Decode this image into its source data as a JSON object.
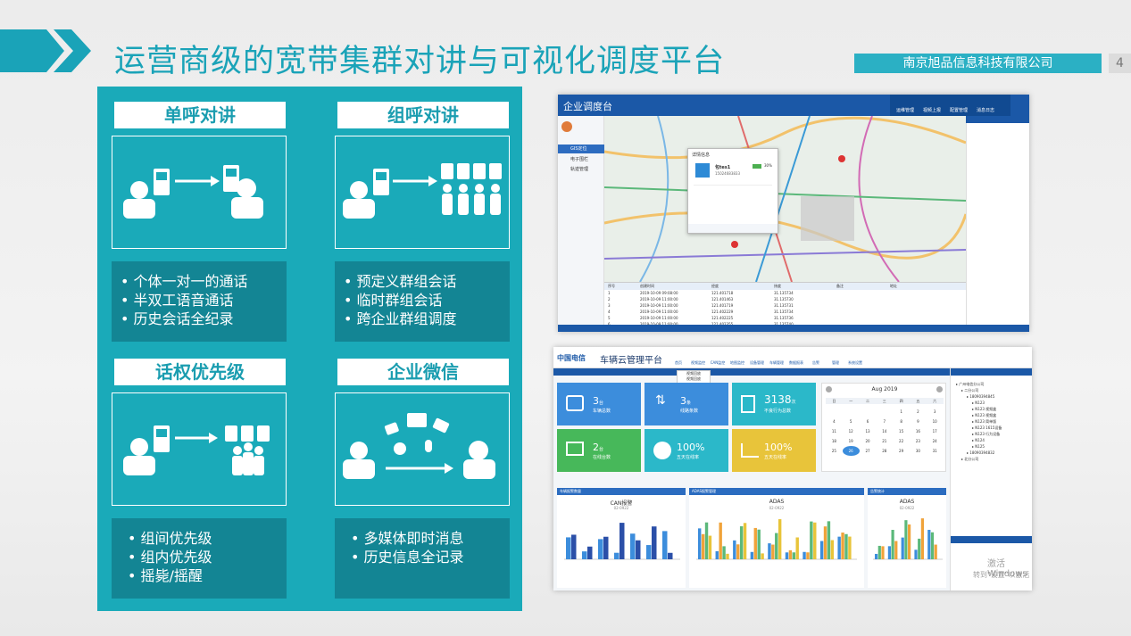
{
  "header": {
    "title": "运营商级的宽带集群对讲与可视化调度平台",
    "company": "南京旭品信息科技有限公司",
    "page_number": "4"
  },
  "features": [
    {
      "title": "单呼对讲",
      "items": [
        "个体一对一的通话",
        "半双工语音通话",
        "历史会话全纪录"
      ]
    },
    {
      "title": "组呼对讲",
      "items": [
        "预定义群组会话",
        "临时群组会话",
        "跨企业群组调度"
      ]
    },
    {
      "title": "话权优先级",
      "items": [
        "组间优先级",
        "组内优先级",
        "摇毙/摇醒"
      ]
    },
    {
      "title": "企业微信",
      "items": [
        "多媒体即时消息",
        "历史信息全记录"
      ]
    }
  ],
  "screenshot_dispatch": {
    "app_title": "企业调度台",
    "nav_items": [
      "运维管理",
      "视频上报",
      "配置管理",
      "消息日志"
    ],
    "sidebar_items": [
      "GIS定位",
      "电子围栏",
      "轨迹管理"
    ],
    "popup_title": "详情信息",
    "user_name": "包tes1",
    "user_id": "15024683833",
    "battery": "30%",
    "table_headers": [
      "序号",
      "创建时间",
      "经度",
      "纬度",
      "备注",
      "地址"
    ],
    "table_rows": [
      [
        "1",
        "2019-10-09 09:08:00",
        "121.401718",
        "31.135734"
      ],
      [
        "2",
        "2019-10-09 11:00:00",
        "121.401463",
        "31.135730"
      ],
      [
        "3",
        "2019-10-09 11:00:00",
        "121.401719",
        "31.135731"
      ],
      [
        "4",
        "2019-10-09 11:00:00",
        "121.402229",
        "31.135734"
      ],
      [
        "5",
        "2019-10-09 11:00:00",
        "121.402225",
        "31.135736"
      ],
      [
        "6",
        "2019-10-09 11:00:00",
        "121.402355",
        "31.135740"
      ]
    ]
  },
  "screenshot_vehicle": {
    "brand": "中国电信",
    "app_title": "车辆云管理平台",
    "nav_items": [
      "首页",
      "视频监控",
      "CAN监控",
      "地图监控",
      "设备管理",
      "车辆管理",
      "数据报表",
      "告警",
      "管理",
      "系统设置"
    ],
    "dropdown_items": [
      "视频回放",
      "视频回放"
    ],
    "tiles": [
      {
        "value": "3",
        "unit": "台",
        "label": "车辆总数",
        "color": "#3c8ddc"
      },
      {
        "value": "3",
        "unit": "条",
        "label": "线路条数",
        "color": "#3c8ddc"
      },
      {
        "value": "3138",
        "unit": "次",
        "label": "不良行为总数",
        "color": "#2bb8c9"
      },
      {
        "value": "2",
        "unit": "台",
        "label": "在线台数",
        "color": "#47b85a"
      },
      {
        "value": "100%",
        "unit": "",
        "label": "五天在线率",
        "color": "#2bb8c9"
      },
      {
        "value": "100%",
        "unit": "",
        "label": "五天在线率",
        "color": "#e8c43a"
      }
    ],
    "calendar": {
      "month": "Aug 2019",
      "weekdays": [
        "日",
        "一",
        "二",
        "三",
        "四",
        "五",
        "六"
      ],
      "days": [
        "",
        "",
        "",
        "",
        "1",
        "2",
        "3",
        "4",
        "5",
        "6",
        "7",
        "8",
        "9",
        "10",
        "11",
        "12",
        "13",
        "14",
        "15",
        "16",
        "17",
        "18",
        "19",
        "20",
        "21",
        "22",
        "23",
        "24",
        "25",
        "26",
        "27",
        "28",
        "29",
        "30",
        "31"
      ]
    },
    "panels": [
      {
        "header": "车辆报警数量",
        "title": "CAN报警",
        "sub": "02-0922"
      },
      {
        "header": "ADAS报警管理",
        "title": "ADAS",
        "sub": "02-0922"
      },
      {
        "header": "告警统计",
        "title": "ADAS",
        "sub": "02-0922"
      }
    ],
    "watermark_line1": "激活 Windows",
    "watermark_line2": "转到\"设置\"以激活 Windows。",
    "tree_nodes": [
      "广州电信分公司",
      "二分公司",
      "18090394845",
      "N123",
      "N123 视频盒",
      "N123 视频盒",
      "N123 简单版",
      "N123 1615设备",
      "N123 行为设备",
      "N124",
      "N125",
      "18090394832",
      "北分公司"
    ]
  },
  "colors": {
    "teal": "#1aaab9",
    "teal_dark": "#138594",
    "title": "#1aa3b8",
    "company_bar": "#2bb0c4"
  }
}
